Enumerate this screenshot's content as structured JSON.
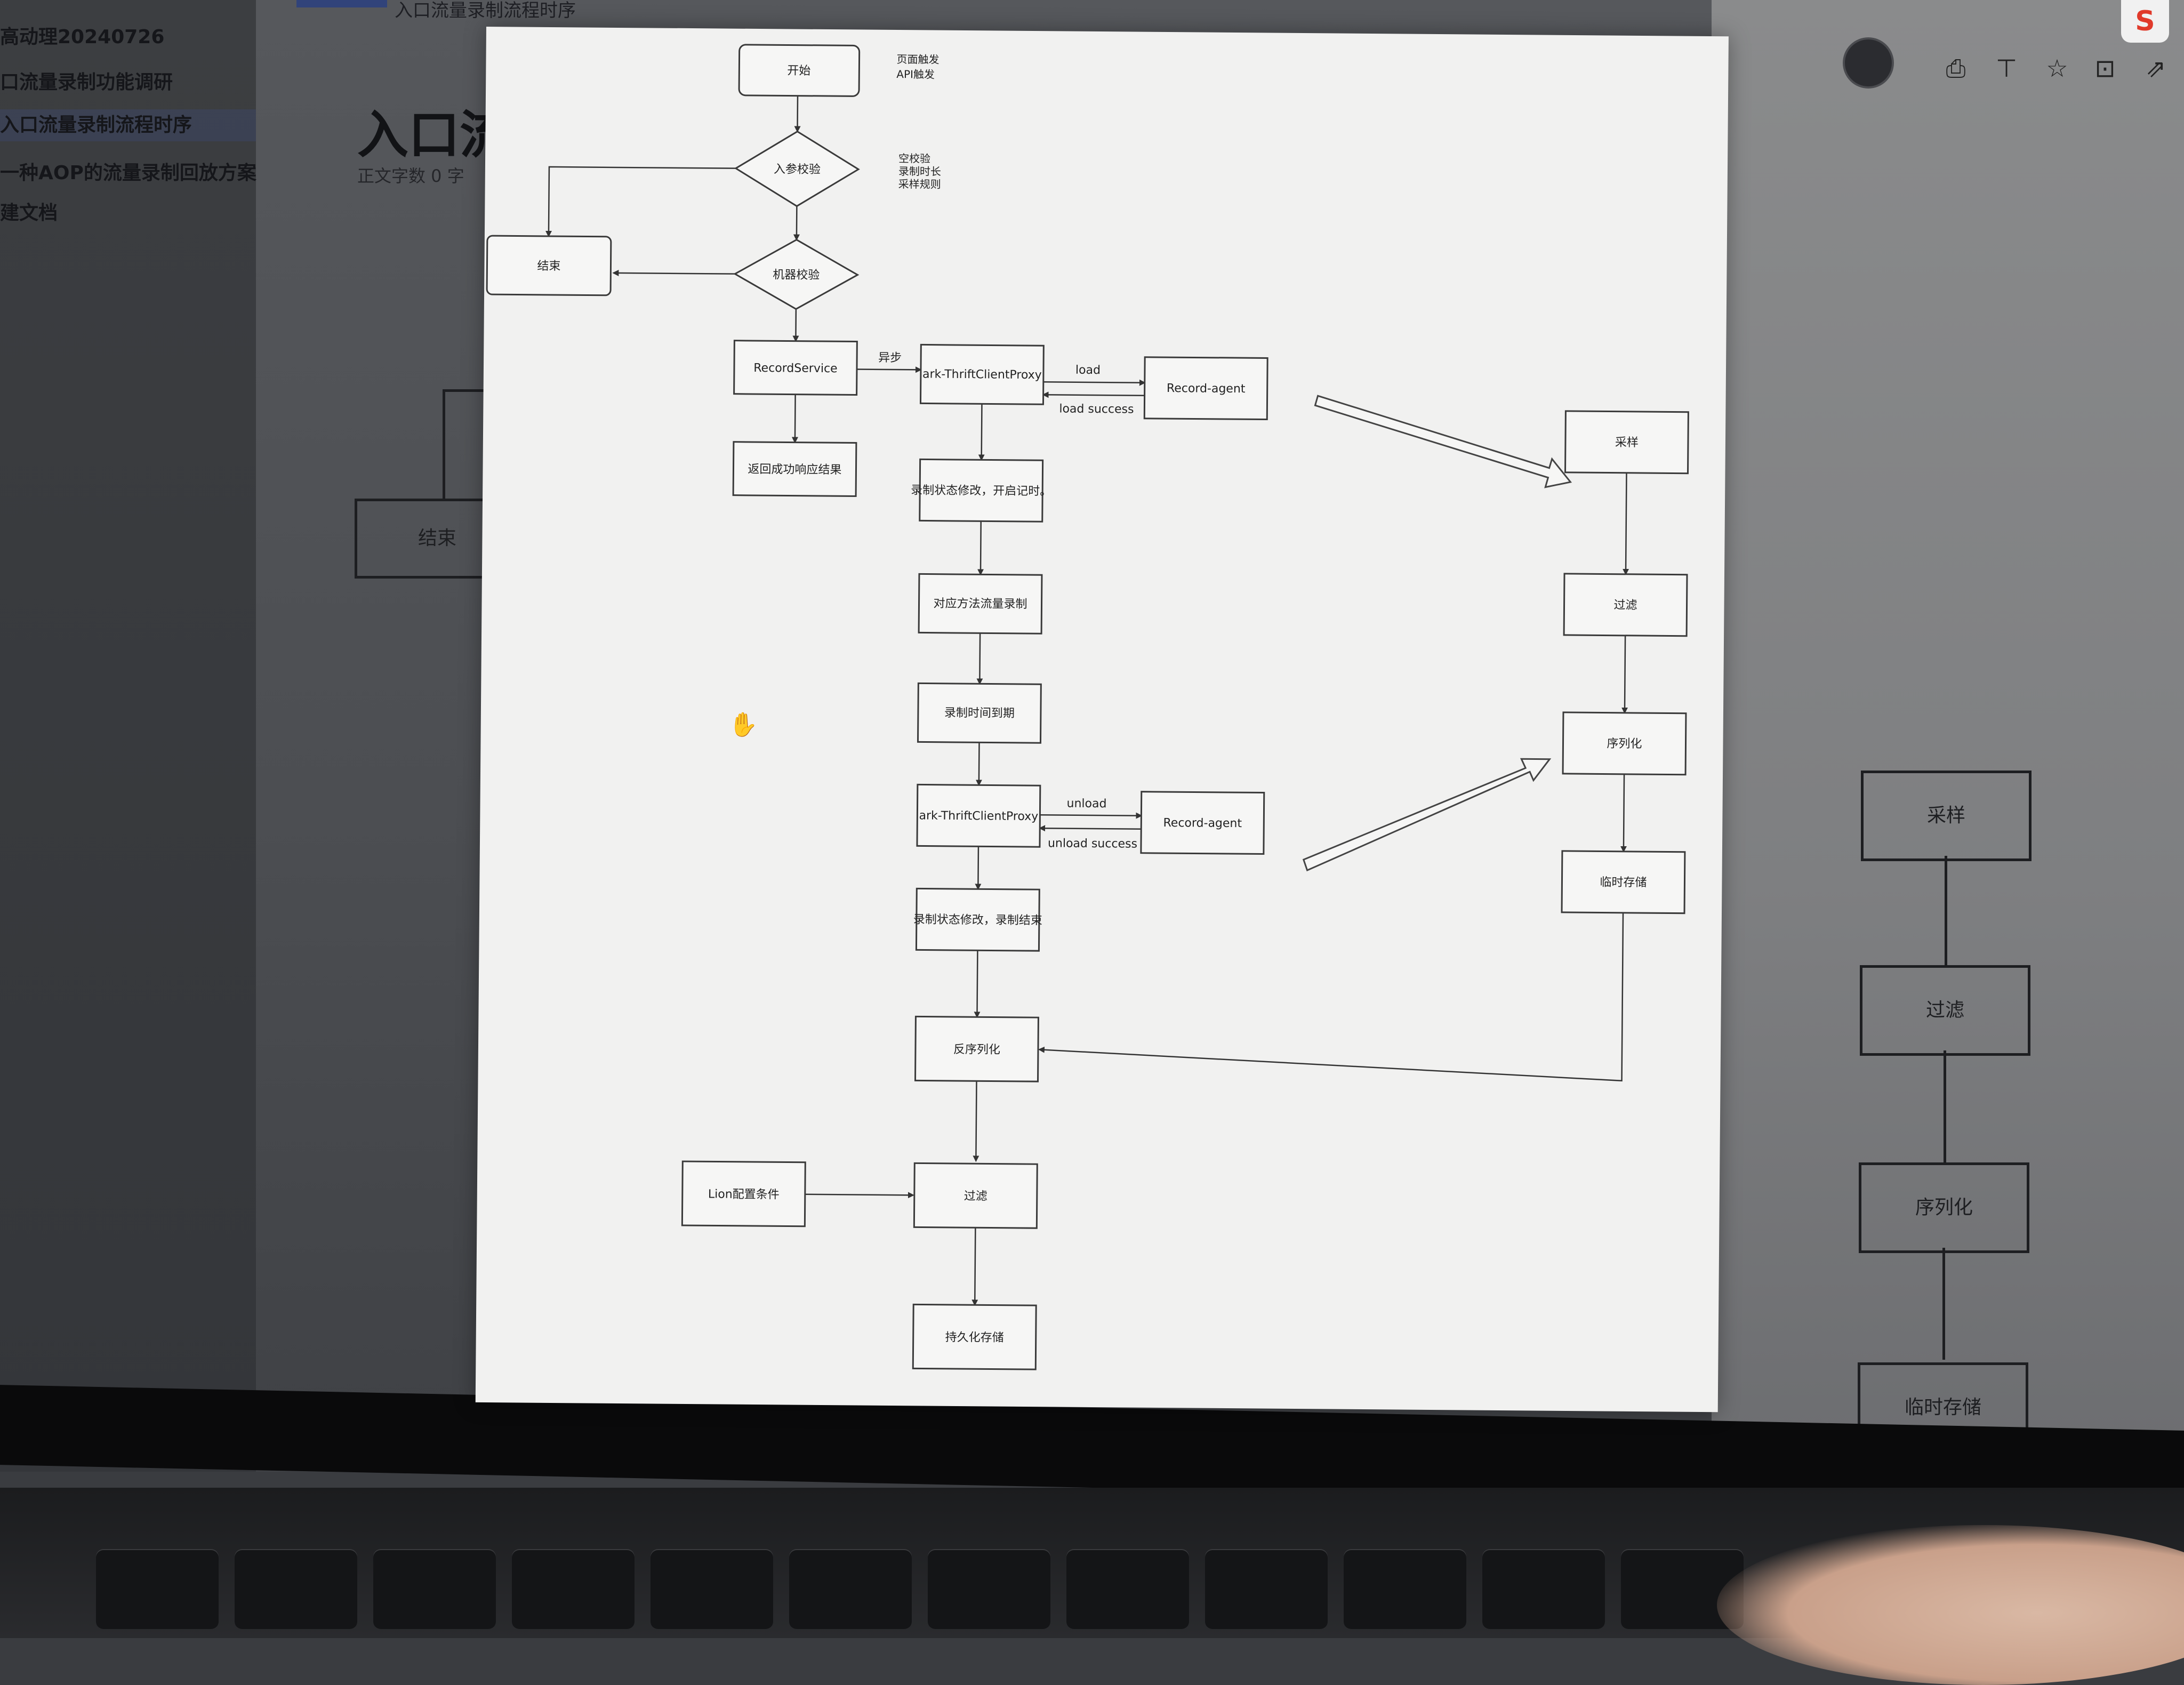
{
  "app": {
    "topbar_title": "入口流量录制流程时序",
    "doc_title": "入口流量",
    "doc_meta": "正文字数 0 字",
    "sidebar_items": [
      {
        "label": "高动理20240726",
        "active": false
      },
      {
        "label": "口流量录制功能调研",
        "active": false
      },
      {
        "label": "入口流量录制流程时序",
        "active": true
      },
      {
        "label": "一种AOP的流量录制回放方案",
        "active": false
      },
      {
        "label": "建文档",
        "active": false
      }
    ],
    "toolbar_icons": [
      "share-icon",
      "pin-icon",
      "star-icon",
      "lock-icon",
      "external-link-icon"
    ],
    "brand_badge": "S"
  },
  "background_diagram": {
    "left_node": "结束",
    "right_nodes": [
      "采样",
      "过滤",
      "序列化",
      "临时存储"
    ]
  },
  "diagram": {
    "nodes": {
      "start": "开始",
      "param_check": "入参校验",
      "machine_check": "机器校验",
      "end": "结束",
      "record_service": "RecordService",
      "return_success": "返回成功响应结果",
      "proxy_load": "ark-ThriftClientProxy",
      "agent_load": "Record-agent",
      "status_start": "录制状态修改，开启记时。",
      "method_record": "对应方法流量录制",
      "time_up": "录制时间到期",
      "proxy_unload": "ark-ThriftClientProxy",
      "agent_unload": "Record-agent",
      "status_end": "录制状态修改，录制结束",
      "deserialize": "反序列化",
      "lion_config": "Lion配置条件",
      "filter_main": "过滤",
      "persist": "持久化存储",
      "sample": "采样",
      "filter_side": "过滤",
      "serialize": "序列化",
      "temp_store": "临时存储"
    },
    "notes": {
      "trigger": [
        "页面触发",
        "API触发"
      ],
      "checks": [
        "空校验",
        "录制时长",
        "采样规则"
      ]
    },
    "edge_labels": {
      "async": "异步",
      "load": "load",
      "load_success": "load success",
      "unload": "unload",
      "unload_success": "unload success"
    }
  }
}
